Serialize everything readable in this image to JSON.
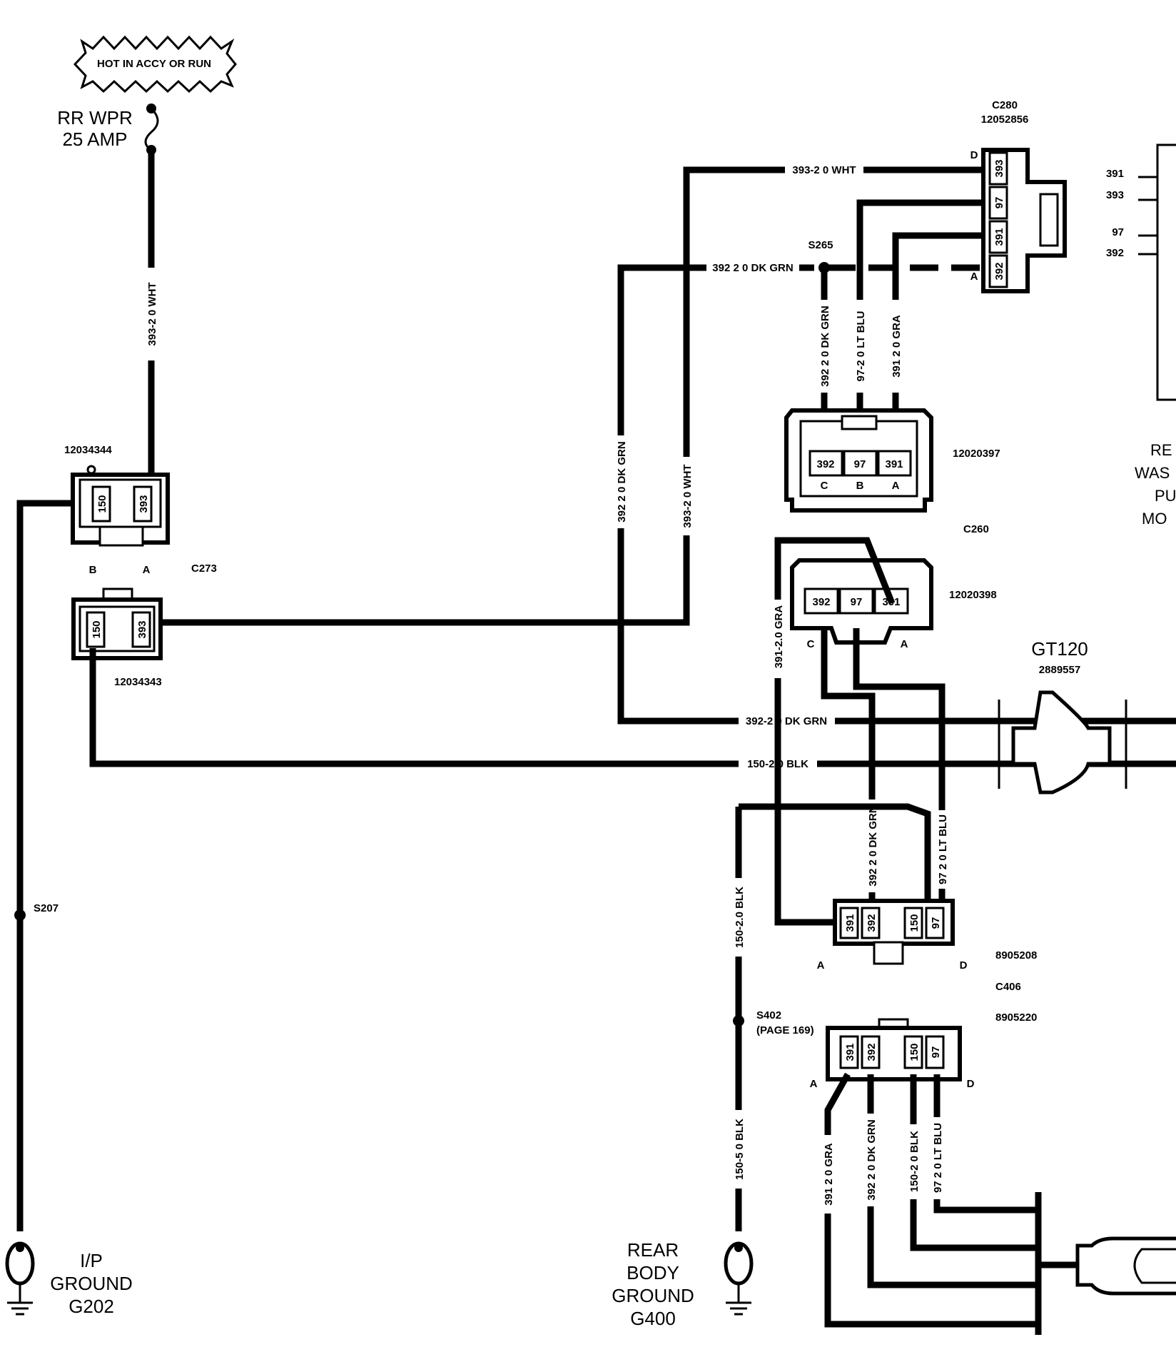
{
  "banner": {
    "text": "HOT IN ACCY OR RUN"
  },
  "fuse": {
    "line1": "RR WPR",
    "line2": "25 AMP"
  },
  "wires": {
    "w393_vert": "393-2 0 WHT",
    "w393_top": "393-2 0 WHT",
    "w393_mid": "393-2 0 WHT",
    "w392_top": "392 2 0 DK GRN",
    "w392_left": "392 2 0 DK GRN",
    "w392_s265": "392 2 0 DK GRN",
    "w97_top": "97-2 0 LT BLU",
    "w391_top": "391 2 0 GRA",
    "w391_mid": "391-2.0 GRA",
    "w392_horiz": "392-2 0 DK GRN",
    "w150_horiz": "150-2.0 BLK",
    "w392_mid": "392 2 0 DK GRN",
    "w97_mid": "97 2 0 LT BLU",
    "w150_g400": "150-2.0 BLK",
    "w150_g400b": "150-5 0 BLK",
    "w391_bot": "391 2 0 GRA",
    "w392_bot": "392 2 0 DK GRN",
    "w150_bot": "150-2 0 BLK",
    "w97_bot": "97 2 0 LT BLU"
  },
  "connectors": {
    "c273_upper_part": "12034344",
    "c273_lower_part": "12034343",
    "c273_name": "C273",
    "c273_pin_b": "B",
    "c273_pin_a": "A",
    "c273_pins": [
      "150",
      "393"
    ],
    "c280_name": "C280",
    "c280_part": "12052856",
    "c280_pin_d": "D",
    "c280_pin_a": "A",
    "c280_pins": [
      "393",
      "97",
      "391",
      "392"
    ],
    "c260_name": "C260",
    "c260_upper_part": "12020397",
    "c260_lower_part": "12020398",
    "c260_pins": [
      "392",
      "97",
      "391"
    ],
    "c260_letters": [
      "C",
      "B",
      "A"
    ],
    "c406_name": "C406",
    "c406_upper_part": "8905208",
    "c406_lower_part": "8905220",
    "c406_pins": [
      "391",
      "392",
      "150",
      "97"
    ],
    "c406_pin_a": "A",
    "c406_pin_d": "D"
  },
  "splices": {
    "s265": "S265",
    "s207": "S207",
    "s402": "S402",
    "s402_note": "(PAGE 169)"
  },
  "grommet": {
    "name": "GT120",
    "part": "2889557"
  },
  "grounds": {
    "ip": [
      "I/P",
      "GROUND",
      "G202"
    ],
    "rear": [
      "REAR",
      "BODY",
      "GROUND",
      "G400"
    ]
  },
  "motor": {
    "pins": [
      "391",
      "393",
      "97",
      "392"
    ],
    "label_fragments": [
      "RE",
      "WAS",
      "PU",
      "MO"
    ]
  }
}
